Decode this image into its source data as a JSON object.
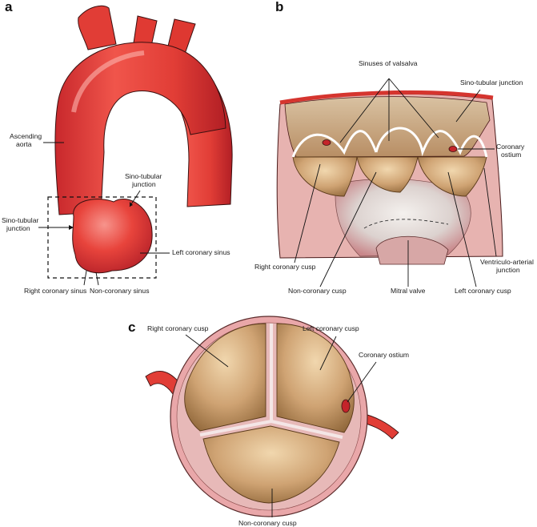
{
  "panels": {
    "a": {
      "letter": "a",
      "labels": {
        "ascending_aorta": [
          "Ascending",
          "aorta"
        ],
        "sino_tubular_top": [
          "Sino-tubular",
          "junction"
        ],
        "sino_tubular_left": [
          "Sino-tubular",
          "junction"
        ],
        "left_coronary_sinus": "Left coronary sinus",
        "right_coronary_sinus": "Right coronary sinus",
        "non_coronary_sinus": "Non-coronary sinus"
      }
    },
    "b": {
      "letter": "b",
      "labels": {
        "sinuses_of_valsalva": "Sinuses of valsalva",
        "sino_tubular_junction": "Sino-tubular junction",
        "coronary_ostium": [
          "Coronary",
          "ostium"
        ],
        "right_coronary_cusp": "Right coronary cusp",
        "ventriculo_arterial_junction": [
          "Ventriculo-arterial",
          "junction"
        ],
        "non_coronary_cusp": "Non-coronary cusp",
        "mitral_valve": "Mitral valve",
        "left_coronary_cusp": "Left coronary cusp"
      }
    },
    "c": {
      "letter": "c",
      "labels": {
        "right_coronary_cusp": "Right coronary cusp",
        "left_coronary_cusp": "Left coronary cusp",
        "coronary_ostium": "Coronary ostium",
        "non_coronary_cusp": "Non-coronary cusp"
      }
    }
  },
  "colors": {
    "aorta": "#e8443c",
    "aorta_dark": "#b8232a",
    "aorta_light": "#f58a82",
    "wall_pink": "#e9a7a9",
    "cusp_tan": "#c79a68",
    "cusp_light": "#e7c79c",
    "cusp_dark": "#8e6538"
  }
}
